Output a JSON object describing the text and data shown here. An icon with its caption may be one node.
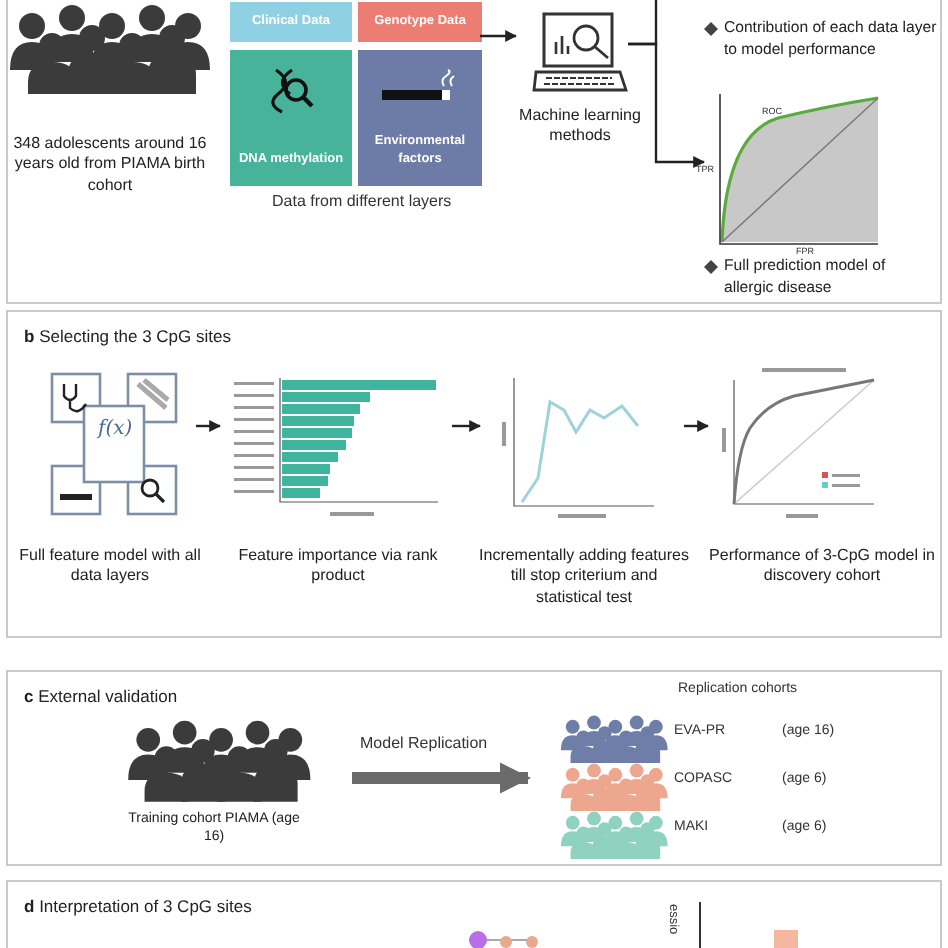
{
  "diagram": {
    "nodes": [
      {
        "text": [],
        "shape": "box"
      },
      {
        "text": [
          "348 adolescents around 16 years old from PIAMA birth cohort"
        ],
        "in": 0
      },
      {
        "text": [
          "Clinical Data"
        ],
        "in": 0
      },
      {
        "text": [
          "Genotype Data"
        ],
        "in": 0
      },
      {
        "text": [
          "DNA methylation"
        ],
        "in": 0
      },
      {
        "text": [
          "Environmental factors"
        ],
        "in": 0
      },
      {
        "text": [
          "Machine learning methods"
        ],
        "in": 0
      },
      {
        "text": [
          "Contribution of each data layer to model performance"
        ],
        "in": 0
      },
      {
        "text": [],
        "shape": "picture",
        "in": 0
      },
      {
        "text": [
          "Full prediction model of allergic disease"
        ],
        "in": 0
      },
      {
        "text": [
          "**b** Selecting the 3 CpG sites"
        ]
      },
      {
        "text": [
          "Full feature model with all data layers"
        ],
        "in": 10
      },
      {
        "text": [
          "Feature importance via rank product"
        ],
        "in": 10
      },
      {
        "text": [
          "Incrementally adding features till stop criterium and statistical test"
        ],
        "in": 10
      },
      {
        "text": [
          "Performance of 3-CpG model in discovery cohort"
        ],
        "in": 10
      },
      {
        "text": [
          "**c** External validation"
        ]
      },
      {
        "text": [
          "Training cohort PIAMA (age 16)"
        ],
        "in": 15
      },
      {
        "text": [
          "Replication cohorts"
        ],
        "in": 15
      },
      {
        "text": [
          "EVA-PR",
          "(age 16)"
        ],
        "in": 17
      },
      {
        "text": [
          "COPASC",
          "(age 6)"
        ],
        "in": 17
      },
      {
        "text": [
          "MAKI",
          "(age 6)"
        ],
        "in": 17
      },
      {
        "text": [
          "**d** Interpretation of 3 CpG sites"
        ]
      }
    ],
    "edges": [
      {
        "from": 3,
        "to": 6,
        "arrow": "to"
      },
      {
        "from": null,
        "to": 6,
        "arrow": "none"
      },
      {
        "from": 6,
        "to": 8,
        "arrow": "to"
      },
      {
        "from": 11,
        "to": 12,
        "arrow": "to"
      },
      {
        "from": 12,
        "to": 13,
        "arrow": "to"
      },
      {
        "from": 13,
        "to": 14,
        "arrow": "to"
      },
      {
        "from": 16,
        "to": 17,
        "arrow": "to",
        "label": "Model Replication",
        "style": "thick",
        "color": "#6b6b6b"
      }
    ],
    "labels": [
      "ROC",
      "TPR",
      "FPR",
      "Data from different layers",
      "f(x)",
      "essio"
    ]
  }
}
